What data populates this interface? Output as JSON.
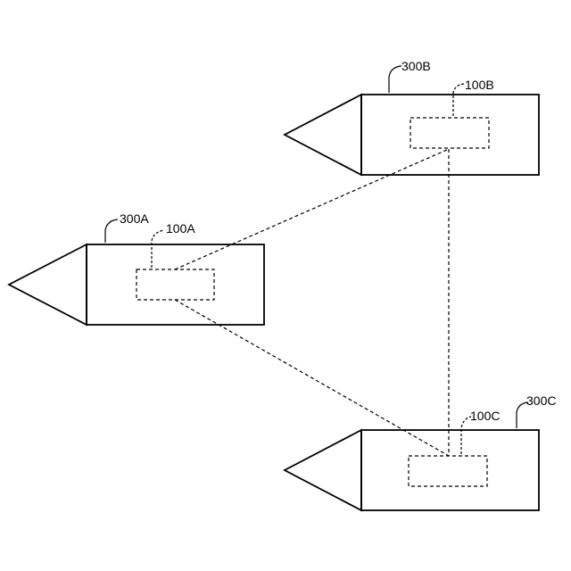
{
  "colors": {
    "background": "#ffffff",
    "stroke": "#000000"
  },
  "figure": {
    "vehicles": [
      {
        "ref_label": "300A",
        "device": {
          "ref_label": "100A"
        }
      },
      {
        "ref_label": "300B",
        "device": {
          "ref_label": "100B"
        }
      },
      {
        "ref_label": "300C",
        "device": {
          "ref_label": "100C"
        }
      }
    ],
    "links": [
      {
        "from": "100A",
        "to": "100B"
      },
      {
        "from": "100A",
        "to": "100C"
      },
      {
        "from": "100B",
        "to": "100C"
      }
    ]
  }
}
